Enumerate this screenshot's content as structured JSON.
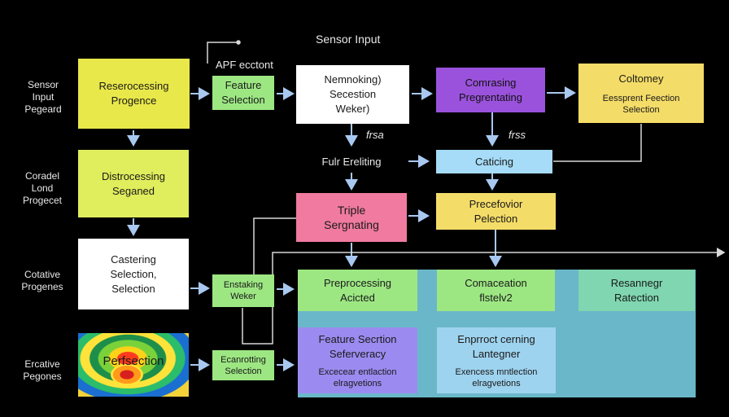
{
  "title": "Sensor Input",
  "api_label": "APF ecctont",
  "row_labels": [
    {
      "lines": [
        "Sensor",
        "Input",
        "Pegeard"
      ]
    },
    {
      "lines": [
        "Coradel",
        "Lond",
        "Progecet"
      ]
    },
    {
      "lines": [
        "Cotative",
        "Progenes"
      ]
    },
    {
      "lines": [
        "Ercative",
        "Pegones"
      ]
    }
  ],
  "left_column": {
    "box1": [
      "Reserocessing",
      "Progence"
    ],
    "box2": [
      "Distrocessing",
      "Seganed"
    ],
    "box3": [
      "Castering",
      "Selection,",
      "Selection"
    ],
    "heatmap_label": "Perfsection"
  },
  "feature_selection": [
    "Feature",
    "Selection"
  ],
  "enstaking": [
    "Enstaking",
    "Weker"
  ],
  "ecanroting": [
    "Ecanrotting",
    "Selection"
  ],
  "nemoking": [
    "Nemnoking)",
    "Secestion",
    "Weker)"
  ],
  "comrasing": [
    "Comrasing",
    "Pregrentating"
  ],
  "coltomey": {
    "title": "Coltomey",
    "sub": [
      "Eessprent Feection",
      "Selection"
    ]
  },
  "frse_left": "frsa",
  "frse_right": "frss",
  "fulr": "Fulr Ereliting",
  "caticing": "Caticing",
  "triple": [
    "Triple",
    "Sergnating"
  ],
  "precefovior": [
    "Precefovior",
    "Pelection"
  ],
  "lower": {
    "preprocessing": [
      "Preprocessing",
      "Acicted"
    ],
    "comaceation": [
      "Comaceation",
      "flstelv2"
    ],
    "resannieg": [
      "Resannegr",
      "Ratection"
    ],
    "feature_section": {
      "title": [
        "Feature Secrtion",
        "Seferveracy"
      ],
      "sub": [
        "Excecear entlaction",
        "elragvetions"
      ]
    },
    "enprroct": {
      "title": [
        "Enprroct cerning",
        "Lantegner"
      ],
      "sub": [
        "Exencess mntlection",
        "elragvetions"
      ]
    }
  },
  "colors": {
    "yellow": "#e9e84a",
    "green": "#9de783",
    "white": "#ffffff",
    "purple": "#9a52dc",
    "gold": "#f4dc68",
    "pink": "#f07aa0",
    "lightblue": "#a6dcf7",
    "teal_region": "#6ab7c9"
  }
}
